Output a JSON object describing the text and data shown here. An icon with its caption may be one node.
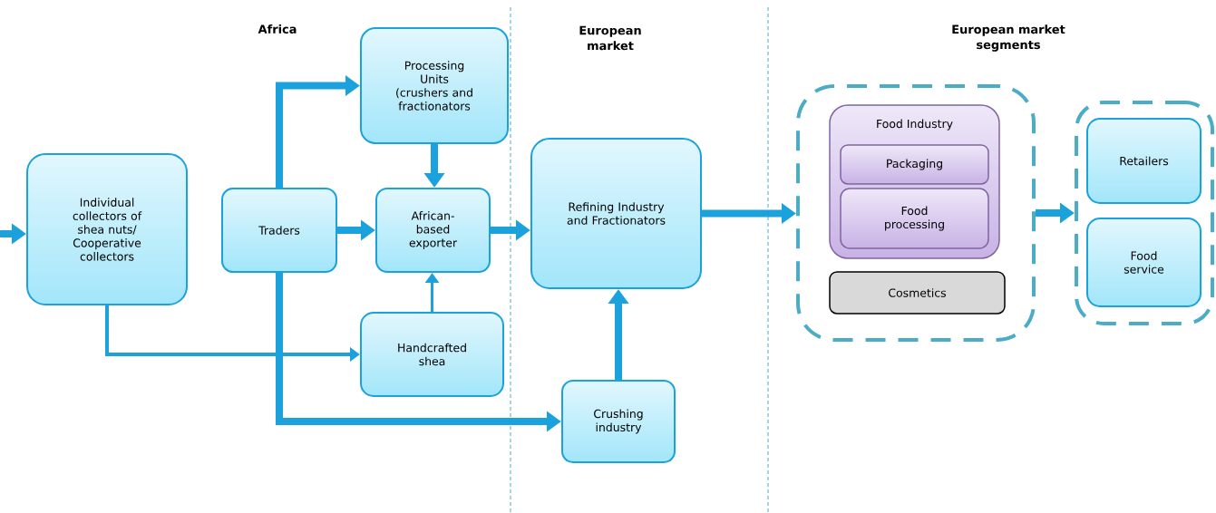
{
  "diagram": {
    "nodes": [
      {
        "text": [
          "Individual collectors of shea nuts/ Cooperative collectors"
        ]
      },
      {
        "text": [
          "Traders"
        ]
      },
      {
        "text": [
          "Processing Units (crushers and fractionators"
        ]
      },
      {
        "text": [
          "African-based exporter"
        ]
      },
      {
        "text": [
          "Handcrafted shea"
        ]
      },
      {
        "text": [
          "Refining Industry and Fractionators"
        ]
      },
      {
        "text": [
          "Crushing industry"
        ]
      },
      {
        "text": [],
        "shape": "box"
      },
      {
        "text": [
          "Food Industry"
        ],
        "in": 7
      },
      {
        "text": [
          "Packaging"
        ],
        "in": 8
      },
      {
        "text": [
          "Food processing"
        ],
        "in": 8
      },
      {
        "text": [
          "Cosmetics"
        ],
        "in": 7
      },
      {
        "text": [],
        "shape": "box"
      },
      {
        "text": [
          "Retailers"
        ],
        "in": 12
      },
      {
        "text": [
          "Food service"
        ],
        "in": 12
      }
    ],
    "edges": [
      {
        "from": null,
        "to": 0,
        "arrow": "to"
      },
      {
        "from": 0,
        "to": 4,
        "arrow": "to"
      },
      {
        "from": 1,
        "to": 2,
        "arrow": "to"
      },
      {
        "from": 1,
        "to": 3,
        "arrow": "to"
      },
      {
        "from": 1,
        "to": 6,
        "arrow": "to"
      },
      {
        "from": 2,
        "to": 3,
        "arrow": "to"
      },
      {
        "from": 4,
        "to": 3,
        "arrow": "to"
      },
      {
        "from": 3,
        "to": 5,
        "arrow": "to"
      },
      {
        "from": 6,
        "to": 5,
        "arrow": "to"
      },
      {
        "from": 5,
        "to": 7,
        "arrow": "to"
      },
      {
        "from": 7,
        "to": 12,
        "arrow": "to"
      }
    ],
    "labels": [
      "Africa",
      "European market",
      "European market segments"
    ]
  }
}
